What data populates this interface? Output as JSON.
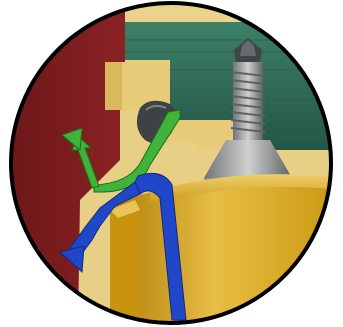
{
  "figure": {
    "description_text": "",
    "palette": {
      "background": "#ffffff",
      "frame": "#000000",
      "red_body": "#7a1c1e",
      "teal_block": "#2f6b55",
      "tan_part": "#e3c56b",
      "gold_part": "#c99a1a",
      "screw_dark": "#4d5153",
      "screw_light": "#b9b9b9",
      "green_arrow": "#3fb33a",
      "blue_arrow": "#2047c8"
    },
    "icons": [
      "green-flow-arrow",
      "blue-flow-arrow",
      "screw",
      "seal-ring"
    ]
  }
}
